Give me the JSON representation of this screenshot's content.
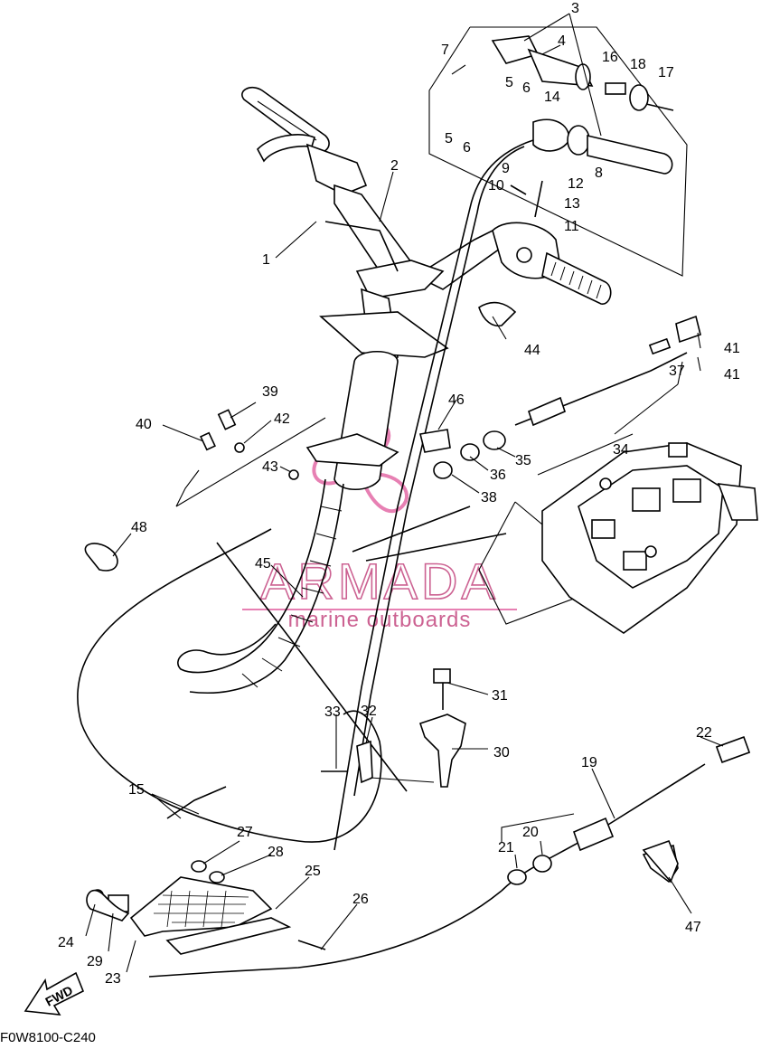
{
  "diagram": {
    "code": "F0W8100-C240",
    "fwd_label": "FWD",
    "watermark": {
      "brand": "ARMADA",
      "tagline": "marine outboards",
      "color": "#e36aa6"
    },
    "callouts": [
      "1",
      "2",
      "3",
      "4",
      "5",
      "5",
      "6",
      "6",
      "7",
      "8",
      "9",
      "10",
      "11",
      "12",
      "13",
      "14",
      "15",
      "16",
      "17",
      "18",
      "19",
      "20",
      "21",
      "22",
      "23",
      "24",
      "25",
      "26",
      "27",
      "28",
      "29",
      "30",
      "31",
      "32",
      "33",
      "34",
      "35",
      "36",
      "37",
      "38",
      "39",
      "40",
      "41",
      "41",
      "42",
      "43",
      "44",
      "45",
      "46",
      "47",
      "48"
    ]
  }
}
